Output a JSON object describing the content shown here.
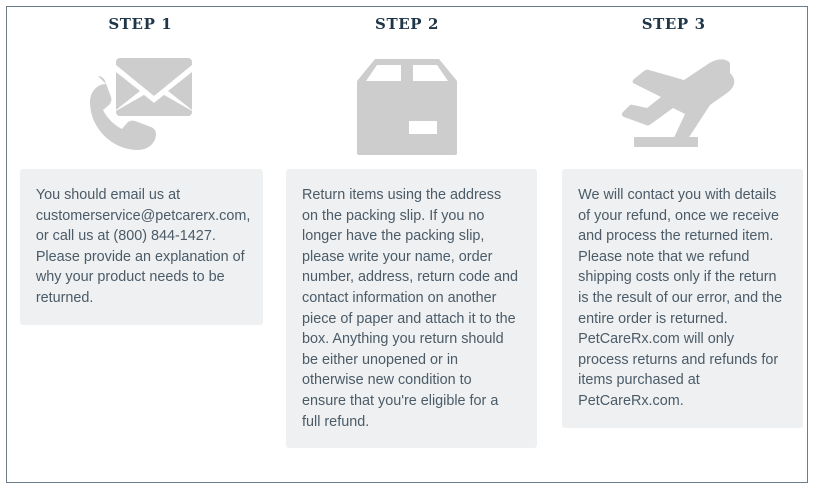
{
  "page": {
    "background_color": "#ffffff",
    "border_color": "#6b7d8c",
    "card_background": "#eef0f1",
    "icon_color": "#cdcdcd",
    "heading_color": "#1f3548",
    "body_text_color": "#4b5b68"
  },
  "steps": [
    {
      "title": "STEP 1",
      "icon": "envelope-phone-icon",
      "body": "You should email us at customerservice@petcarerx.com, or call us at (800) 844-1427. Please provide an explanation of why your product needs to be returned."
    },
    {
      "title": "STEP 2",
      "icon": "package-box-icon",
      "body": "Return items using the address on the packing slip. If you no longer have the packing slip, please write your name, order number, address, return code and contact information on another piece of paper and attach it to the box. Anything you return should be either unopened or in otherwise new condition to ensure that you're eligible for a full refund."
    },
    {
      "title": "STEP 3",
      "icon": "airplane-takeoff-icon",
      "body": "We will contact you with details of your refund, once we receive and process the returned item. Please note that we refund shipping costs only if the return is the result of our error, and the entire order is returned. PetCareRx.com will only process returns and refunds for items purchased at PetCareRx.com."
    }
  ]
}
